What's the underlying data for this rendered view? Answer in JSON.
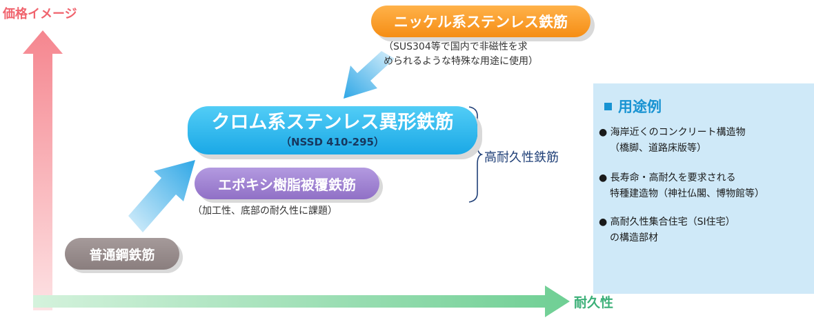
{
  "axes": {
    "y_label": "価格イメージ",
    "x_label": "耐久性"
  },
  "materials": {
    "nickel": {
      "name": "ニッケル系ステンレス鉄筋",
      "note_line1": "（SUS304等で国内で非磁性を求",
      "note_line2": "められるような特殊な用途に使用）"
    },
    "chrome": {
      "name": "クロム系ステンレス異形鉄筋",
      "code": "（NSSD 410-295）"
    },
    "epoxy": {
      "name": "エポキシ樹脂被覆鉄筋",
      "note": "（加工性、底部の耐久性に課題）"
    },
    "plain": {
      "name": "普通鋼鉄筋"
    }
  },
  "group_label": "高耐久性鉄筋",
  "usage": {
    "title": "用途例",
    "items": [
      {
        "line1": "海岸近くのコンクリート構造物",
        "line2": "（橋脚、道路床版等）"
      },
      {
        "line1": "長寿命・高耐久を要求される",
        "line2": "特種建造物（神社仏閣、博物館等）"
      },
      {
        "line1": "高耐久性集合住宅（SI住宅）",
        "line2": "の構造部材"
      }
    ]
  },
  "colors": {
    "y_axis": "#f58a92",
    "x_axis": "#6fcf94",
    "arrow": "#4bb3ea"
  }
}
